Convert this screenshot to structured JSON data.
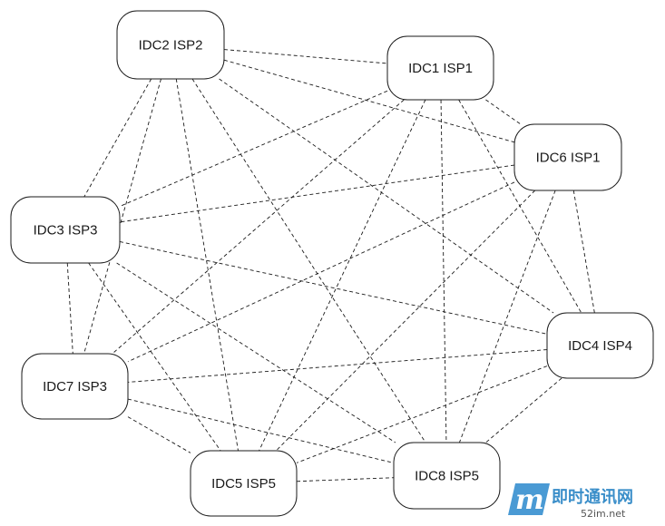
{
  "nodes": [
    {
      "id": "idc2-isp2",
      "label": "IDC2 ISP2"
    },
    {
      "id": "idc1-isp1",
      "label": "IDC1 ISP1"
    },
    {
      "id": "idc6-isp1",
      "label": "IDC6 ISP1"
    },
    {
      "id": "idc3-isp3",
      "label": "IDC3 ISP3"
    },
    {
      "id": "idc4-isp4",
      "label": "IDC4 ISP4"
    },
    {
      "id": "idc7-isp3",
      "label": "IDC7 ISP3"
    },
    {
      "id": "idc5-isp5",
      "label": "IDC5 ISP5"
    },
    {
      "id": "idc8-isp5",
      "label": "IDC8 ISP5"
    }
  ],
  "edges": [
    [
      "idc2-isp2",
      "idc1-isp1"
    ],
    [
      "idc2-isp2",
      "idc6-isp1"
    ],
    [
      "idc2-isp2",
      "idc3-isp3"
    ],
    [
      "idc2-isp2",
      "idc4-isp4"
    ],
    [
      "idc2-isp2",
      "idc5-isp5"
    ],
    [
      "idc2-isp2",
      "idc8-isp5"
    ],
    [
      "idc2-isp2",
      "idc7-isp3"
    ],
    [
      "idc1-isp1",
      "idc6-isp1"
    ],
    [
      "idc1-isp1",
      "idc3-isp3"
    ],
    [
      "idc1-isp1",
      "idc4-isp4"
    ],
    [
      "idc1-isp1",
      "idc7-isp3"
    ],
    [
      "idc1-isp1",
      "idc5-isp5"
    ],
    [
      "idc1-isp1",
      "idc8-isp5"
    ],
    [
      "idc6-isp1",
      "idc3-isp3"
    ],
    [
      "idc6-isp1",
      "idc4-isp4"
    ],
    [
      "idc6-isp1",
      "idc7-isp3"
    ],
    [
      "idc6-isp1",
      "idc5-isp5"
    ],
    [
      "idc6-isp1",
      "idc8-isp5"
    ],
    [
      "idc3-isp3",
      "idc4-isp4"
    ],
    [
      "idc3-isp3",
      "idc7-isp3"
    ],
    [
      "idc3-isp3",
      "idc5-isp5"
    ],
    [
      "idc3-isp3",
      "idc8-isp5"
    ],
    [
      "idc4-isp4",
      "idc7-isp3"
    ],
    [
      "idc4-isp4",
      "idc5-isp5"
    ],
    [
      "idc4-isp4",
      "idc8-isp5"
    ],
    [
      "idc7-isp3",
      "idc5-isp5"
    ],
    [
      "idc7-isp3",
      "idc8-isp5"
    ],
    [
      "idc5-isp5",
      "idc8-isp5"
    ]
  ],
  "watermark": {
    "logo_letter": "m",
    "site_name": "即时通讯网",
    "url": "52im.net"
  },
  "colors": {
    "line": "#1a1a1a",
    "box_fill": "#ffffff",
    "watermark_blue": "#3a8ec9"
  }
}
